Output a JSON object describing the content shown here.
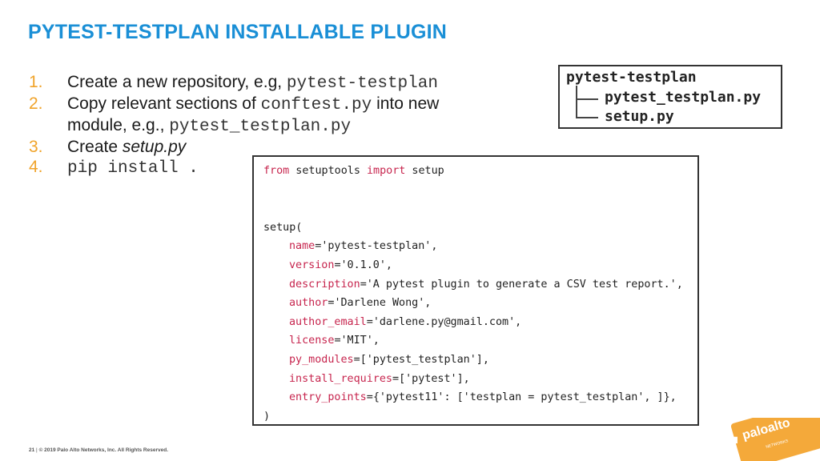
{
  "slide": {
    "title": "PYTEST-TESTPLAN INSTALLABLE PLUGIN",
    "steps": [
      {
        "num": "1.",
        "text": "Create a new repository, e.g, ",
        "code": "pytest-testplan"
      },
      {
        "num": "2.",
        "text": "Copy relevant sections of ",
        "code": "conftest.py",
        "tail": " into new",
        "line2_text": "module, e.g., ",
        "line2_code": "pytest_testplan.py"
      },
      {
        "num": "3.",
        "text": "Create ",
        "italic": "setup.py"
      },
      {
        "num": "4.",
        "code": "pip install ."
      }
    ]
  },
  "tree": {
    "root": "pytest-testplan",
    "children": [
      "pytest_testplan.py",
      "setup.py"
    ]
  },
  "code": {
    "line1_kw1": "from",
    "line1_mid": " setuptools ",
    "line1_kw2": "import",
    "line1_end": " setup",
    "call": "setup(",
    "args": [
      {
        "name": "name",
        "value": "'pytest-testplan',"
      },
      {
        "name": "version",
        "value": "'0.1.0',"
      },
      {
        "name": "description",
        "value": "'A pytest plugin to generate a CSV test report.',"
      },
      {
        "name": "author",
        "value": "'Darlene Wong',"
      },
      {
        "name": "author_email",
        "value": "'darlene.py@gmail.com',"
      },
      {
        "name": "license",
        "value": "'MIT',"
      },
      {
        "name": "py_modules",
        "value": "['pytest_testplan'],"
      },
      {
        "name": "install_requires",
        "value": "['pytest'],"
      },
      {
        "name": "entry_points",
        "value": "{'pytest11': ['testplan = pytest_testplan', ]},"
      }
    ],
    "close": ")"
  },
  "footer": {
    "page": "21",
    "sep": "|",
    "copyright": "© 2019 Palo Alto Networks, Inc. All Rights Reserved."
  },
  "logo": {
    "name": "paloalto",
    "sub": "NETWORKS"
  },
  "colors": {
    "title": "#1a8fd6",
    "numbers": "#f0a32a",
    "keyword": "#c7254e",
    "logo": "#f4a93a"
  }
}
